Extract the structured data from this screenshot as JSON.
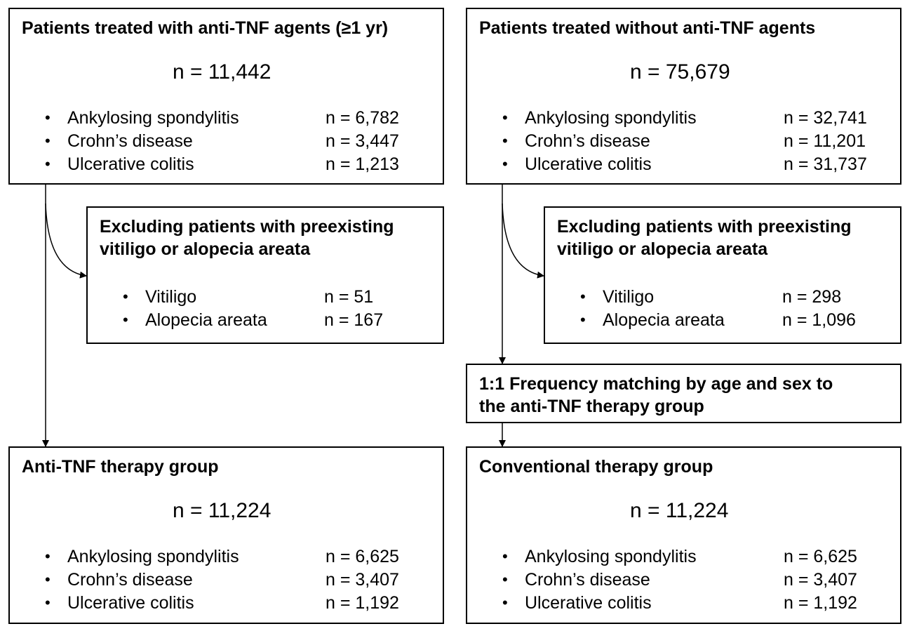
{
  "top_left": {
    "title": "Patients treated with anti-TNF agents (≥1 yr)",
    "count": "n = 11,442",
    "items": [
      {
        "label": "Ankylosing spondylitis",
        "value": "n = 6,782"
      },
      {
        "label": "Crohn’s disease",
        "value": "n = 3,447"
      },
      {
        "label": "Ulcerative colitis",
        "value": "n = 1,213"
      }
    ]
  },
  "top_right": {
    "title": "Patients treated without anti-TNF agents",
    "count": "n = 75,679",
    "items": [
      {
        "label": "Ankylosing spondylitis",
        "value": "n = 32,741"
      },
      {
        "label": "Crohn’s disease",
        "value": "n = 11,201"
      },
      {
        "label": "Ulcerative colitis",
        "value": "n = 31,737"
      }
    ]
  },
  "excl_left": {
    "title_line1": "Excluding patients with preexisting",
    "title_line2": "vitiligo or alopecia areata",
    "items": [
      {
        "label": "Vitiligo",
        "value": "n = 51"
      },
      {
        "label": "Alopecia areata",
        "value": "n = 167"
      }
    ]
  },
  "excl_right": {
    "title_line1": "Excluding patients with preexisting",
    "title_line2": "vitiligo or alopecia areata",
    "items": [
      {
        "label": "Vitiligo",
        "value": "n = 298"
      },
      {
        "label": "Alopecia areata",
        "value": "n = 1,096"
      }
    ]
  },
  "matching": {
    "line1": "1:1 Frequency matching by age and sex to",
    "line2": "the anti-TNF therapy group"
  },
  "bottom_left": {
    "title": "Anti-TNF therapy group",
    "count": "n = 11,224",
    "items": [
      {
        "label": "Ankylosing spondylitis",
        "value": "n = 6,625"
      },
      {
        "label": "Crohn’s disease",
        "value": "n = 3,407"
      },
      {
        "label": "Ulcerative colitis",
        "value": "n = 1,192"
      }
    ]
  },
  "bottom_right": {
    "title": "Conventional therapy group",
    "count": "n = 11,224",
    "items": [
      {
        "label": "Ankylosing spondylitis",
        "value": "n = 6,625"
      },
      {
        "label": "Crohn’s disease",
        "value": "n = 3,407"
      },
      {
        "label": "Ulcerative colitis",
        "value": "n = 1,192"
      }
    ]
  },
  "bullet_char": "•"
}
